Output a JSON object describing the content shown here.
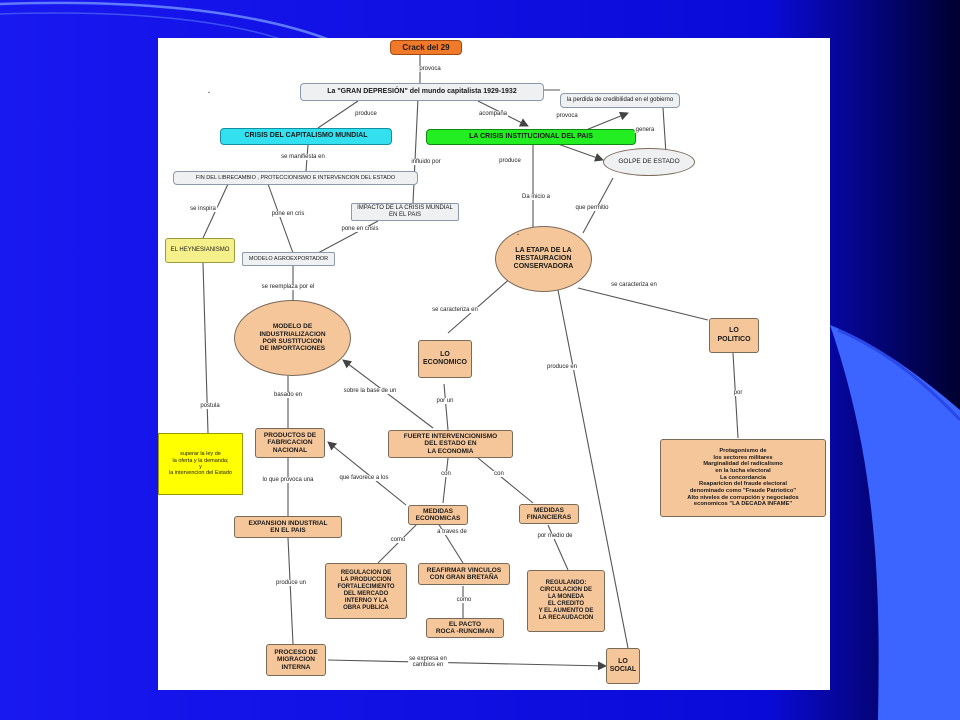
{
  "colors": {
    "slide_background": "#1010e0",
    "node_orange": "#f5c69a",
    "node_grey": "#eef0f2",
    "node_cyan": "#33e0f0",
    "node_green": "#22ee22",
    "node_yellow": "#f5f08a",
    "node_bright_yellow": "#ffff00",
    "node_top": "#f07a2a",
    "line": "#555555"
  },
  "diagram": {
    "nodes": {
      "crack": "Crack del 29",
      "gran_depresion": "La \"GRAN DEPRESIÓN\" del mundo capitalista 1929-1932",
      "crisis_capitalismo": "CRISIS DEL CAPITALISMO MUNDIAL",
      "crisis_institucional": "LA CRISIS INSTITUCIONAL DEL PAIS",
      "perdida_credibilidad": "la perdida de credibilidad en el gobierno",
      "golpe_estado": "GOLPE DE ESTADO",
      "fin_librecambio": "FIN DEL LIBRECAMBIO , PROTECCIONISMO E INTERVENCION DEL ESTADO",
      "impacto_crisis": "IMPACTO DE LA CRISIS MUNDIAL\nEN EL PAIS",
      "keynesianismo": "EL HEYNESIANISMO",
      "modelo_agro": "MODELO AGROEXPORTADOR",
      "etapa_restauracion": "LA ETAPA DE LA\nRESTAURACION\nCONSERVADORA",
      "modelo_industrializacion": "MODELO DE\nINDUSTRIALIZACION\nPOR SUSTITUCION\nDE IMPORTACIONES",
      "lo_economico": "LO\nECONOMICO",
      "lo_politico": "LO\nPOLITICO",
      "superar": "superar la ley de\nla oferta y la demanda;\ny\nla intervencion del Estado",
      "productos_fabricacion": "PRODUCTOS DE\nFABRICACION\nNACIONAL",
      "fuerte_intervencionismo": "FUERTE INTERVENCIONISMO\nDEL ESTADO EN\nLA ECONOMIA",
      "protagonismo": "Protagonismo  de\nlos sectores militares\nMarginalidad del radicalismo\nen la lucha electoral\nLa concordancia\nReaparicion del fraude electoral\ndenominado como \"Fraude Patriotico\"\nAlto niveles de corrupción y negociados\neconomicos \"LA DECADA INFAME\"",
      "expansion_industrial": "EXPANSION INDUSTRIAL\nEN EL PAIS",
      "medidas_economicas": "MEDIDAS\nECONOMICAS",
      "medidas_financieras": "MEDIDAS\nFINANCIERAS",
      "regulacion_produccion": "REGULACION DE\nLA PRODUCCION\nFORTALECIMIENTO\nDEL MERCADO\nINTERNO Y LA\nOBRA PUBLICA",
      "reafirmar_vinculos": "REAFIRMAR VINCULOS\nCON GRAN BRETAÑA",
      "regulando": "REGULANDO:\nCIRCULACION DE\nLA MONEDA\nEL CREDITO\nY EL AUMENTO DE\nLA RECAUDACION",
      "pacto_roca": "EL PACTO\nROCA -RUNCIMAN",
      "proceso_migracion": "PROCESO DE\nMIGRACION\nINTERNA",
      "lo_social": "LO\nSOCIAL"
    },
    "links": {
      "provoca": "provoca",
      "produce": "produce",
      "acompaña": "acompaña",
      "provoca_2": "provoca",
      "genera": "genera",
      "se_manifiesta_en": "se manifiesta en",
      "influido_por": "influido por",
      "produce_2": "produce",
      "da_inicio_a": "Da inicio a",
      "que_permitio": "que permitio",
      "se_inspira": "se inspira",
      "pone_en_crisis": "pone en cris",
      "pone_en_crisis_2": "pone en crisis",
      "se_reemplaza_por_el": "se reemplaza por el",
      "se_caracteriza_en": "se caracteriza en",
      "se_caracteriza_en_2": "se caracteriza en",
      "postula": "postula",
      "basado_en": "basado  en",
      "sobre_la_base_de_un": "sobre la base de un",
      "por_un": "por  un",
      "por": "por",
      "produce_en": "produce en",
      "lo_que_provoca_una": "lo que provoca una",
      "que_favorece_a_los": "que favorece a los",
      "con": "con",
      "con_2": "con",
      "como": "como",
      "a_traves_de": "a traves de",
      "por_medio_de": "por medio de",
      "como_2": "como",
      "produce_un": "produce un",
      "se_expresa_en_cambios_en": "se expresa en\ncambios en"
    },
    "markers": {
      "dot_1": ".",
      "dot_2": "."
    }
  }
}
